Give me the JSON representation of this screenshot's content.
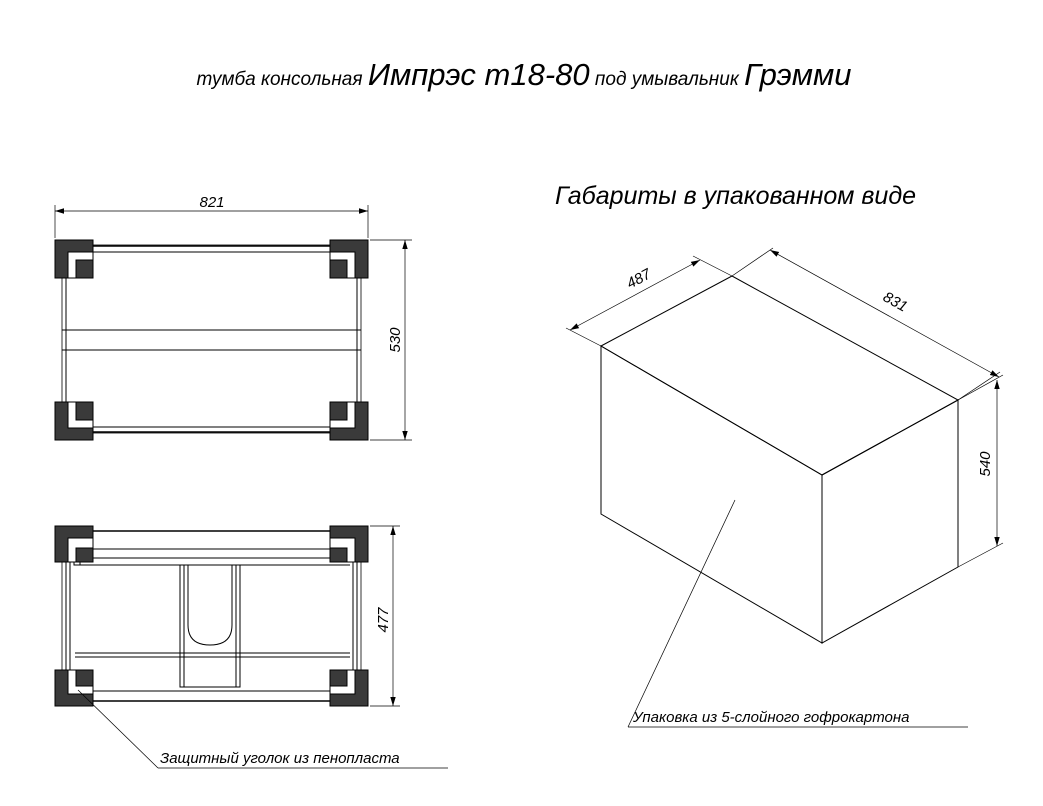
{
  "title": {
    "part1": "тумба консольная ",
    "part2": "Импрэс т18-80",
    "part3": " под умывальник ",
    "part4": "Грэмми"
  },
  "package_heading": "Габариты в упакованном виде",
  "dimensions": {
    "top_view_width": "821",
    "top_view_height": "530",
    "front_view_height": "477",
    "box_depth": "487",
    "box_width": "831",
    "box_height": "540"
  },
  "annotations": {
    "corner_note": "Защитный уголок из пенопласта",
    "package_note": "Упаковка из 5-слойного гофрокартона"
  }
}
